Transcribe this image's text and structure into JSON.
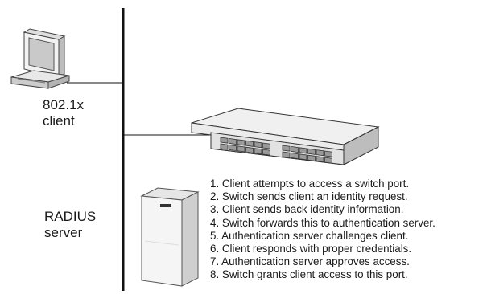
{
  "client": {
    "label_line1": "802.1x",
    "label_line2": "client"
  },
  "server": {
    "label_line1": "RADIUS",
    "label_line2": "server"
  },
  "steps": [
    "1. Client attempts to access a switch port.",
    "2. Switch sends client an identity request.",
    "3. Client sends back identity information.",
    "4. Switch forwards this to authentication server.",
    "5. Authentication server challenges client.",
    "6. Client responds with proper credentials.",
    "7. Authentication server approves access.",
    "8. Switch grants client access to this port."
  ],
  "icons": {
    "client": "desktop-computer-icon",
    "switch": "network-switch-icon",
    "server": "server-tower-icon"
  }
}
